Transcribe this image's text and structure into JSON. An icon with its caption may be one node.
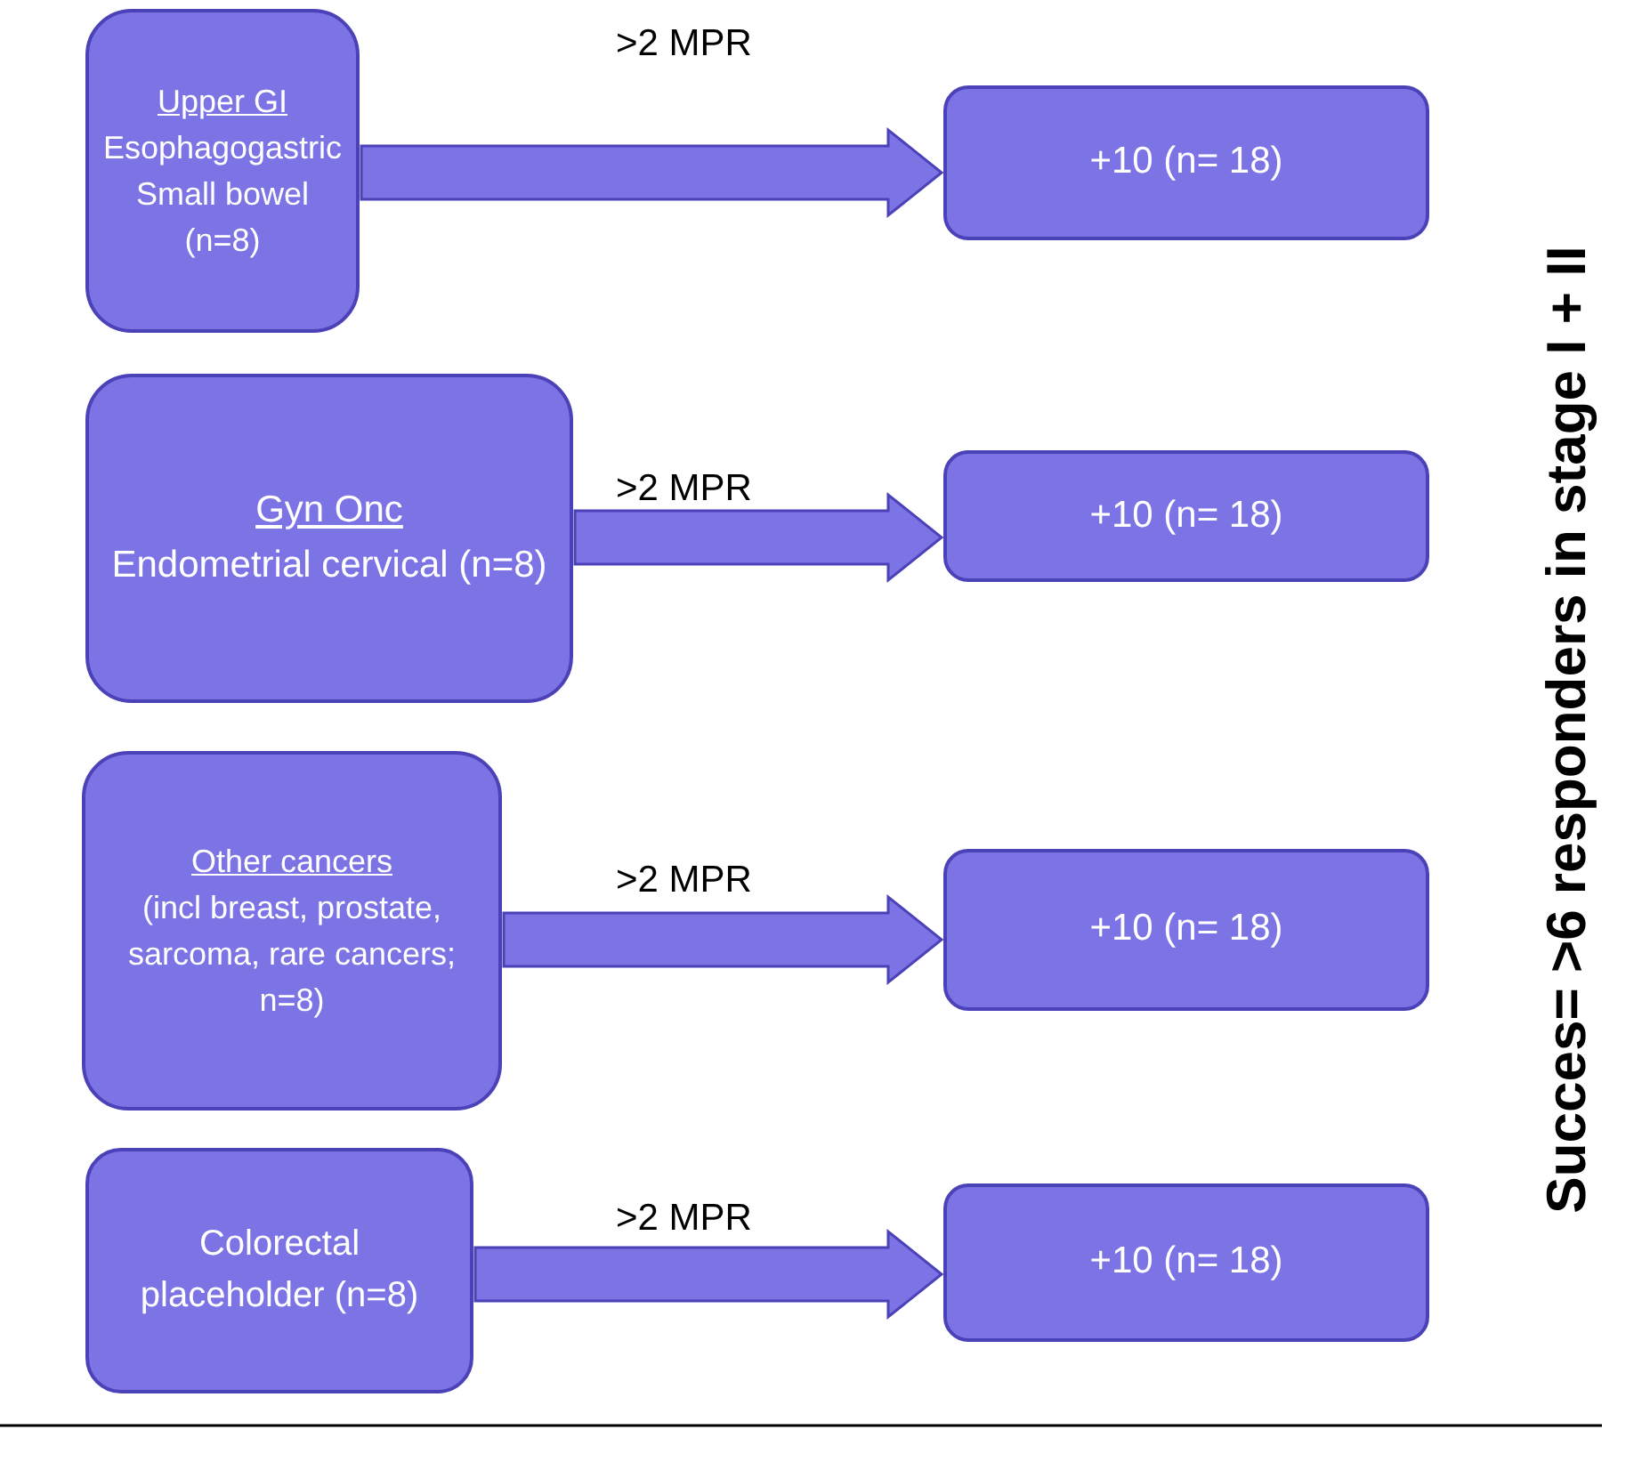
{
  "diagram": {
    "nodes": [
      {
        "text": [
          "Upper GI",
          "Esophagogastric Small bowel (n=8)"
        ]
      },
      {
        "text": [
          "+10 (n= 18)"
        ]
      },
      {
        "text": [
          "Gyn Onc",
          "Endometrial cervical (n=8)"
        ]
      },
      {
        "text": [
          "+10 (n= 18)"
        ]
      },
      {
        "text": [
          "Other cancers",
          "(incl breast, prostate, sarcoma, rare cancers; n=8)"
        ]
      },
      {
        "text": [
          "+10 (n= 18)"
        ]
      },
      {
        "text": [
          "Colorectal placeholder (n=8)"
        ]
      },
      {
        "text": [
          "+10 (n= 18)"
        ]
      }
    ],
    "edges": [
      {
        "from": 0,
        "to": 1,
        "arrow": "to",
        "label": ">2 MPR",
        "style": "thick"
      },
      {
        "from": 2,
        "to": 3,
        "arrow": "to",
        "label": ">2 MPR",
        "style": "thick"
      },
      {
        "from": 4,
        "to": 5,
        "arrow": "to",
        "label": ">2 MPR",
        "style": "thick"
      },
      {
        "from": 6,
        "to": 7,
        "arrow": "to",
        "label": ">2 MPR",
        "style": "thick"
      }
    ],
    "labels": [
      "Succes= >6 responders in stage I + II"
    ]
  }
}
